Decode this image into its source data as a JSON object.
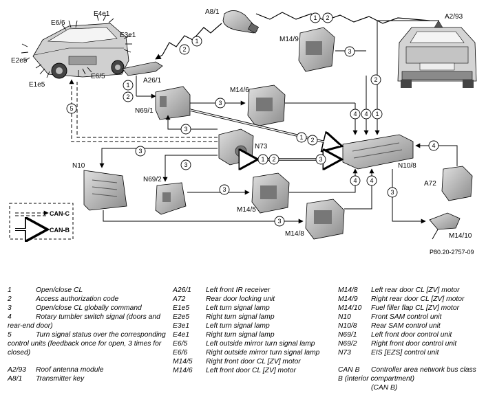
{
  "figure_ref": "P80.20-2757-09",
  "components": {
    "A8_1": "A8/1",
    "A2_93": "A2/93",
    "M14_9": "M14/9",
    "M14_6": "M14/6",
    "M14_5": "M14/5",
    "M14_8": "M14/8",
    "M14_10": "M14/10",
    "A26_1": "A26/1",
    "N69_1": "N69/1",
    "N69_2": "N69/2",
    "N73": "N73",
    "N10": "N10",
    "N10_8": "N10/8",
    "A72": "A72",
    "E6_6": "E6/6",
    "E4e1": "E4e1",
    "E3e1": "E3e1",
    "E2e5": "E2e5",
    "E6_5": "E6/5",
    "E1e5": "E1e5"
  },
  "signal_numbers": [
    "1",
    "2",
    "3",
    "4",
    "5"
  ],
  "bus_legend": {
    "can_c": "CAN-C",
    "can_b": "CAN-B"
  },
  "legend": {
    "col1": [
      {
        "k": "1",
        "v": "Open/close CL"
      },
      {
        "k": "2",
        "v": "Access authorization code"
      },
      {
        "k": "3",
        "v": "Open/close CL globally command"
      },
      {
        "k": "4",
        "v": "Rotary tumbler switch signal (doors and rear-end door)"
      },
      {
        "k": "5",
        "v": "Turn signal status over the corresponding control units (feedback once for open, 3 times for closed)"
      },
      {
        "k": "",
        "v": ""
      },
      {
        "k": "A2/93",
        "v": "Roof antenna module"
      },
      {
        "k": "A8/1",
        "v": "Transmitter key"
      }
    ],
    "col2": [
      {
        "k": "A26/1",
        "v": "Left front IR receiver"
      },
      {
        "k": "A72",
        "v": "Rear door locking unit"
      },
      {
        "k": "E1e5",
        "v": "Left turn signal lamp"
      },
      {
        "k": "E2e5",
        "v": "Right turn signal lamp"
      },
      {
        "k": "E3e1",
        "v": "Left turn signal lamp"
      },
      {
        "k": "E4e1",
        "v": "Right turn signal lamp"
      },
      {
        "k": "E6/5",
        "v": "Left outside mirror turn signal lamp"
      },
      {
        "k": "E6/6",
        "v": "Right outside mirror turn signal lamp"
      },
      {
        "k": "M14/5",
        "v": "Right front door CL [ZV] motor"
      },
      {
        "k": "M14/6",
        "v": "Left front door CL [ZV] motor"
      }
    ],
    "col3": [
      {
        "k": "M14/8",
        "v": "Left rear door CL [ZV] motor"
      },
      {
        "k": "M14/9",
        "v": "Right rear door CL [ZV] motor"
      },
      {
        "k": "M14/10",
        "v": "Fuel filler flap CL [ZV] motor"
      },
      {
        "k": "N10",
        "v": "Front SAM control unit"
      },
      {
        "k": "N10/8",
        "v": "Rear SAM control unit"
      },
      {
        "k": "N69/1",
        "v": "Left front door control unit"
      },
      {
        "k": "N69/2",
        "v": "Right front door control unit"
      },
      {
        "k": "N73",
        "v": "EIS [EZS] control unit"
      },
      {
        "k": "",
        "v": ""
      },
      {
        "k": "CAN B",
        "v": "Controller area network bus class B (interior compartment)"
      },
      {
        "k": "",
        "v": "(CAN B)"
      }
    ]
  },
  "colors": {
    "line": "#000000",
    "component_fill": "#b8b8b8",
    "background": "#ffffff"
  }
}
